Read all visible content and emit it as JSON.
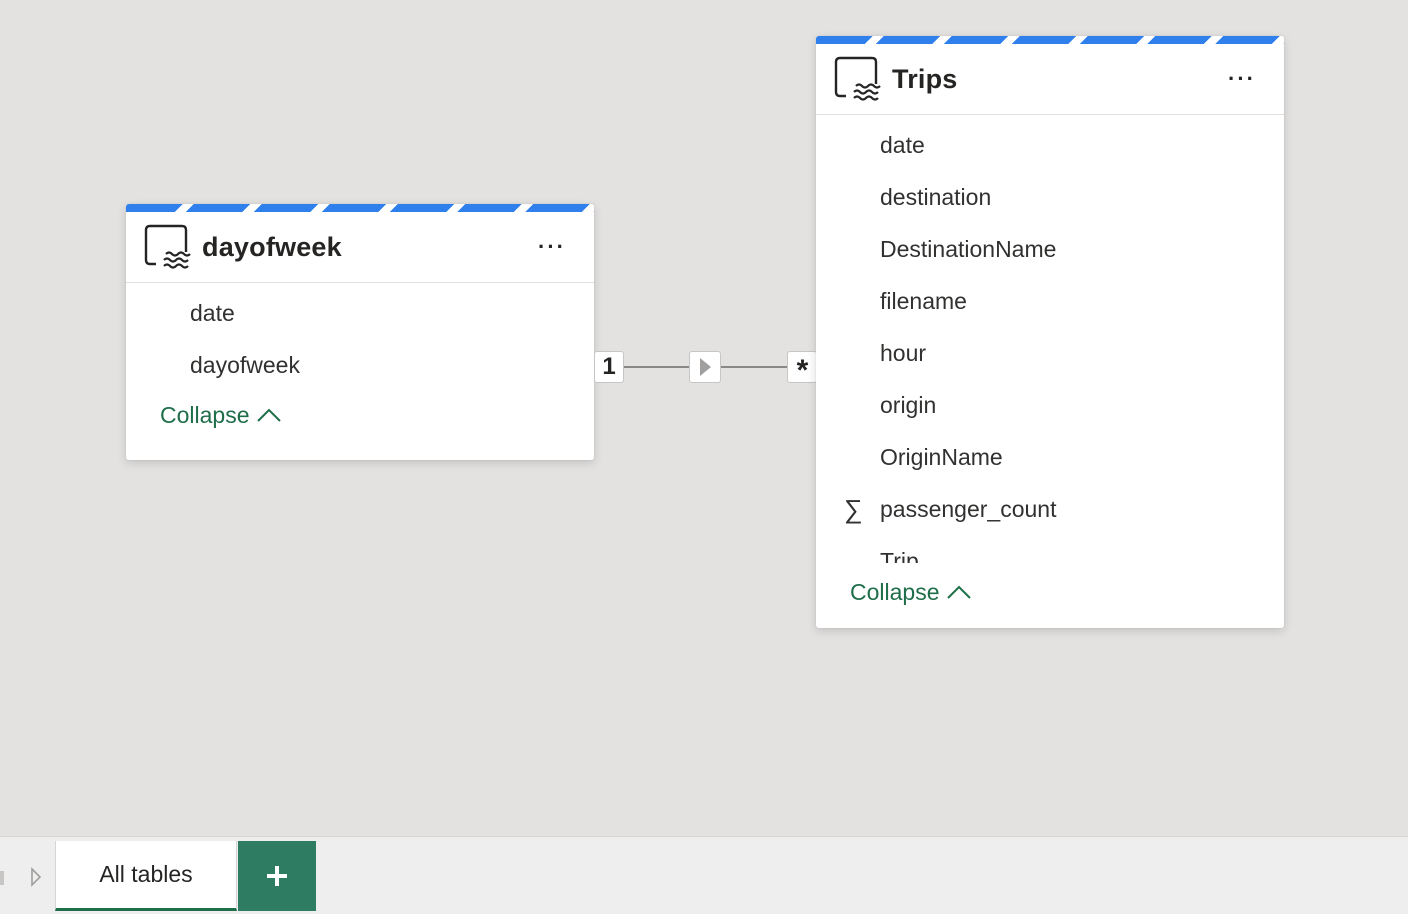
{
  "tables": [
    {
      "name": "dayofweek",
      "icon": "lakehouse-table-icon",
      "fields": [
        {
          "label": "date",
          "icon": ""
        },
        {
          "label": "dayofweek",
          "icon": ""
        }
      ],
      "collapse_label": "Collapse"
    },
    {
      "name": "Trips",
      "icon": "lakehouse-table-icon",
      "fields": [
        {
          "label": "date",
          "icon": ""
        },
        {
          "label": "destination",
          "icon": ""
        },
        {
          "label": "DestinationName",
          "icon": ""
        },
        {
          "label": "filename",
          "icon": ""
        },
        {
          "label": "hour",
          "icon": ""
        },
        {
          "label": "origin",
          "icon": ""
        },
        {
          "label": "OriginName",
          "icon": ""
        },
        {
          "label": "passenger_count",
          "icon": "∑"
        },
        {
          "label": "Trip",
          "icon": ""
        }
      ],
      "collapse_label": "Collapse"
    }
  ],
  "relationship": {
    "from_cardinality": "1",
    "to_cardinality": "*",
    "direction_icon": "right-arrow-icon"
  },
  "tabs": {
    "active_label": "All tables",
    "add_label": "+"
  },
  "colors": {
    "stripe": "#2f80ed",
    "accent": "#1f6e4a",
    "add_button": "#2e7d62",
    "canvas": "#e3e2e1"
  }
}
